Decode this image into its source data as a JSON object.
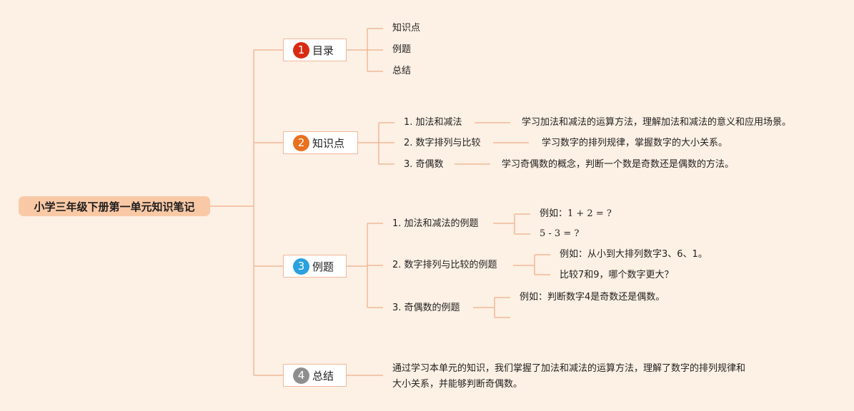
{
  "root": {
    "title": "小学三年级下册第一单元知识笔记"
  },
  "colors": {
    "background": "#fdf0e4",
    "line": "#f0b99a",
    "root_fill": "#f9c9a6",
    "num1": "#d92b13",
    "num2": "#e8701f",
    "num3": "#2aa1de",
    "num4": "#8e8e8e"
  },
  "branches": {
    "toc": {
      "number": "1",
      "label": "目录",
      "items": [
        "知识点",
        "例题",
        "总结"
      ]
    },
    "points": {
      "number": "2",
      "label": "知识点",
      "items": [
        {
          "title": "1. 加法和减法",
          "desc": "学习加法和减法的运算方法，理解加法和减法的意义和应用场景。"
        },
        {
          "title": "2. 数字排列与比较",
          "desc": "学习数字的排列规律，掌握数字的大小关系。"
        },
        {
          "title": "3. 奇偶数",
          "desc": "学习奇偶数的概念，判断一个数是奇数还是偶数的方法。"
        }
      ]
    },
    "examples": {
      "number": "3",
      "label": "例题",
      "items": [
        {
          "title": "1. 加法和减法的例题",
          "lines": [
            "例如：1 + 2 = ?",
            "5 - 3 = ?"
          ]
        },
        {
          "title": "2. 数字排列与比较的例题",
          "lines": [
            "例如：从小到大排列数字3、6、1。",
            "比较7和9，哪个数字更大？"
          ]
        },
        {
          "title": "3. 奇偶数的例题",
          "lines": [
            "例如：判断数字4是奇数还是偶数。"
          ]
        }
      ]
    },
    "summary": {
      "number": "4",
      "label": "总结",
      "text": "通过学习本单元的知识，我们掌握了加法和减法的运算方法，理解了数字的排列规律和大小关系，并能够判断奇偶数。"
    }
  }
}
